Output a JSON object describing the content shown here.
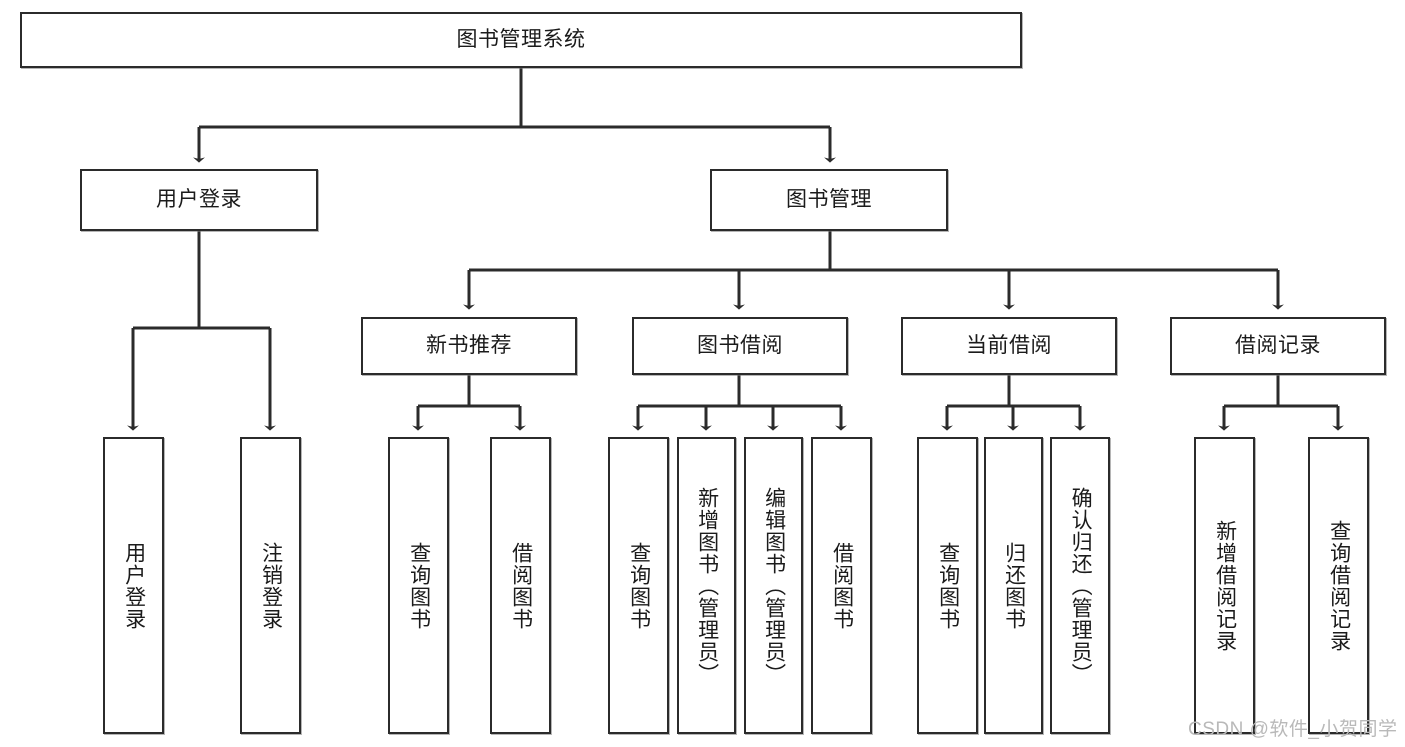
{
  "diagram": {
    "type": "tree",
    "title": "图书管理系统",
    "root": {
      "label": "图书管理系统"
    },
    "level1": [
      {
        "label": "用户登录"
      },
      {
        "label": "图书管理"
      }
    ],
    "level2": [
      {
        "label": "新书推荐"
      },
      {
        "label": "图书借阅"
      },
      {
        "label": "当前借阅"
      },
      {
        "label": "借阅记录"
      }
    ],
    "leaves": {
      "user_login": [
        {
          "label": "用户登录"
        },
        {
          "label": "注销登录"
        }
      ],
      "new_book_recommend": [
        {
          "label": "查询图书"
        },
        {
          "label": "借阅图书"
        }
      ],
      "book_borrow": [
        {
          "label": "查询图书"
        },
        {
          "label": "新增图书（管理员）"
        },
        {
          "label": "编辑图书（管理员）"
        },
        {
          "label": "借阅图书"
        }
      ],
      "current_borrow": [
        {
          "label": "查询图书"
        },
        {
          "label": "归还图书"
        },
        {
          "label": "确认归还（管理员）"
        }
      ],
      "borrow_record": [
        {
          "label": "新增借阅记录"
        },
        {
          "label": "查询借阅记录"
        }
      ]
    }
  },
  "watermark": {
    "text": "CSDN @软件_小贺同学"
  },
  "colors": {
    "stroke": "#2b2b2b",
    "fill": "#ffffff",
    "text": "#1b1b1b",
    "watermark": "#b9b9b9"
  }
}
